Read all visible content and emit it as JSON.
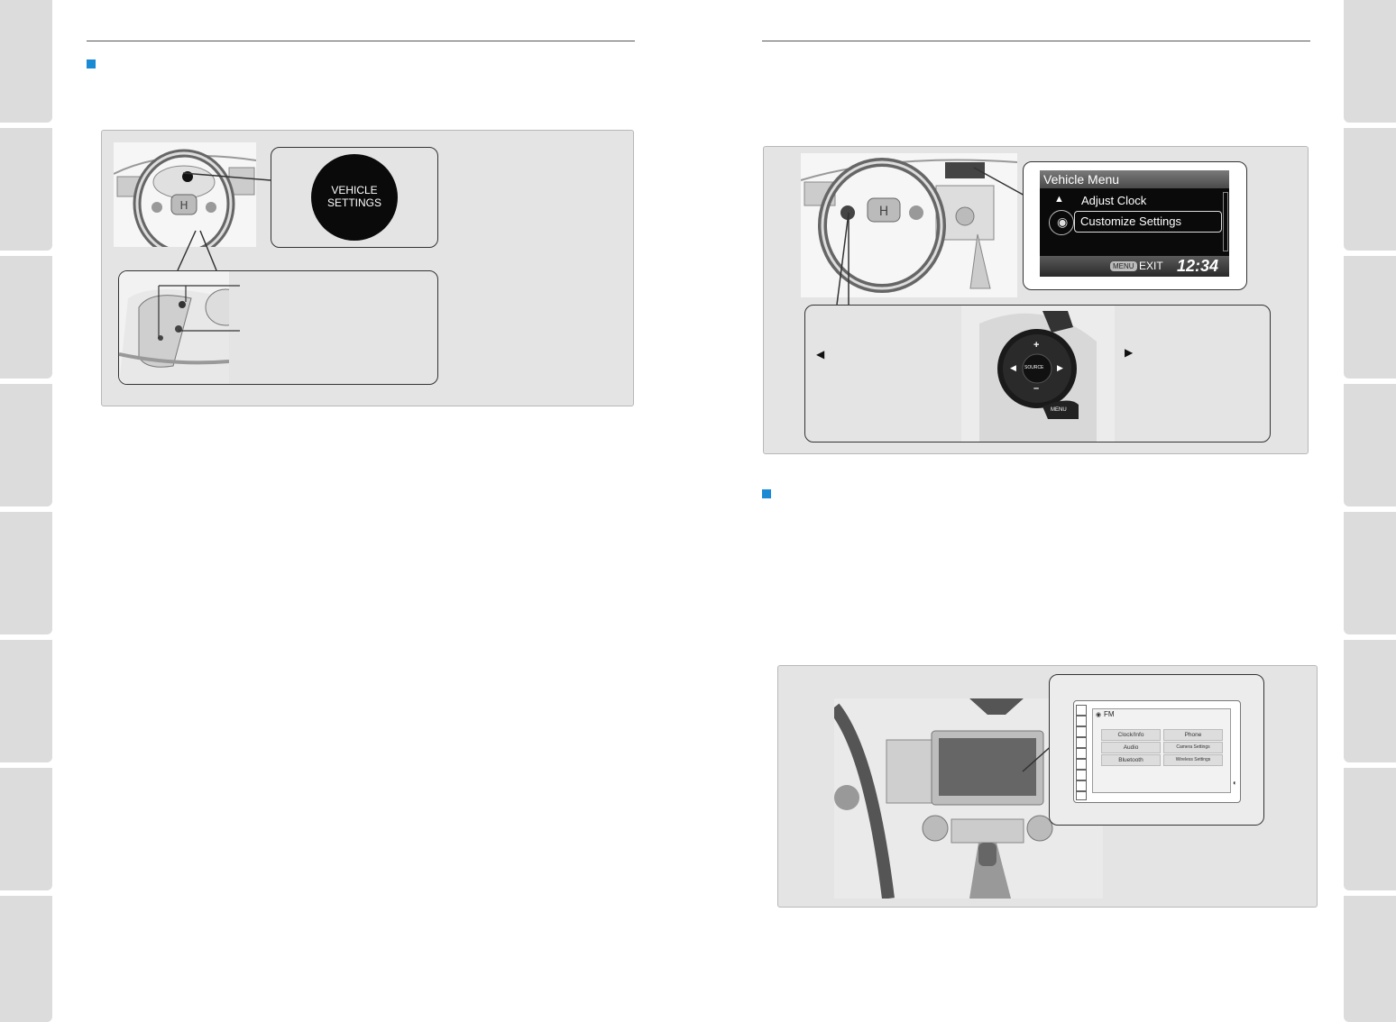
{
  "gauge_badge": {
    "line1": "VEHICLE",
    "line2": "SETTINGS"
  },
  "vehicle_menu": {
    "title": "Vehicle Menu",
    "items": [
      "Adjust Clock",
      "Customize Settings"
    ],
    "menu_key": "MENU",
    "exit_label": "EXIT",
    "clock": "12:34"
  },
  "steering_pad": {
    "source_label": "SOURCE",
    "menu_label": "MENU",
    "plus": "+",
    "minus": "–"
  },
  "arrows": {
    "left": "◀",
    "right": "▶"
  },
  "touchscreen": {
    "band": "FM",
    "menu_items_left": [
      "Clock/Info",
      "Audio",
      "Bluetooth"
    ],
    "menu_items_right": [
      "Phone",
      "Camera Settings",
      "Wireless Settings"
    ]
  }
}
